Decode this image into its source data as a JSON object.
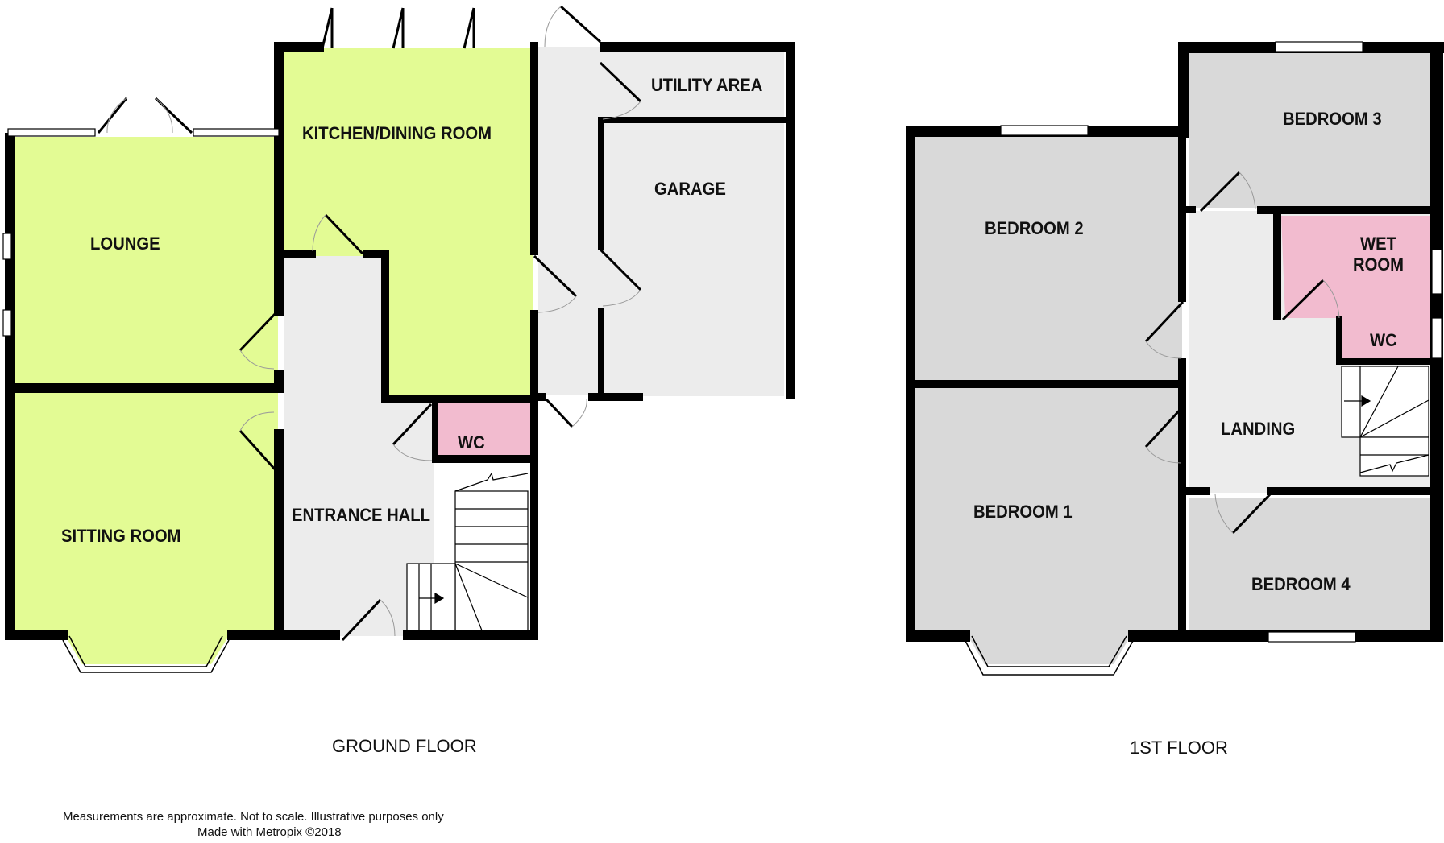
{
  "colors": {
    "living": "#e3fb94",
    "service": "#ececec",
    "bedroom": "#d9d9d9",
    "wet": "#f2bbcf",
    "wall": "#000000",
    "window": "#ffffff"
  },
  "ground_floor": {
    "caption": "GROUND FLOOR",
    "rooms": {
      "lounge": "LOUNGE",
      "kitchen": "KITCHEN/DINING ROOM",
      "utility": "UTILITY AREA",
      "garage": "GARAGE",
      "sitting": "SITTING ROOM",
      "hall": "ENTRANCE HALL",
      "wc": "WC"
    }
  },
  "first_floor": {
    "caption": "1ST FLOOR",
    "rooms": {
      "bedroom1": "BEDROOM 1",
      "bedroom2": "BEDROOM 2",
      "bedroom3": "BEDROOM 3",
      "bedroom4": "BEDROOM 4",
      "wet_room_line1": "WET",
      "wet_room_line2": "ROOM",
      "wc": "WC",
      "landing": "LANDING"
    }
  },
  "footer": {
    "disclaimer": "Measurements are approximate.  Not to scale.  Illustrative purposes only",
    "credit": "Made with Metropix ©2018"
  }
}
